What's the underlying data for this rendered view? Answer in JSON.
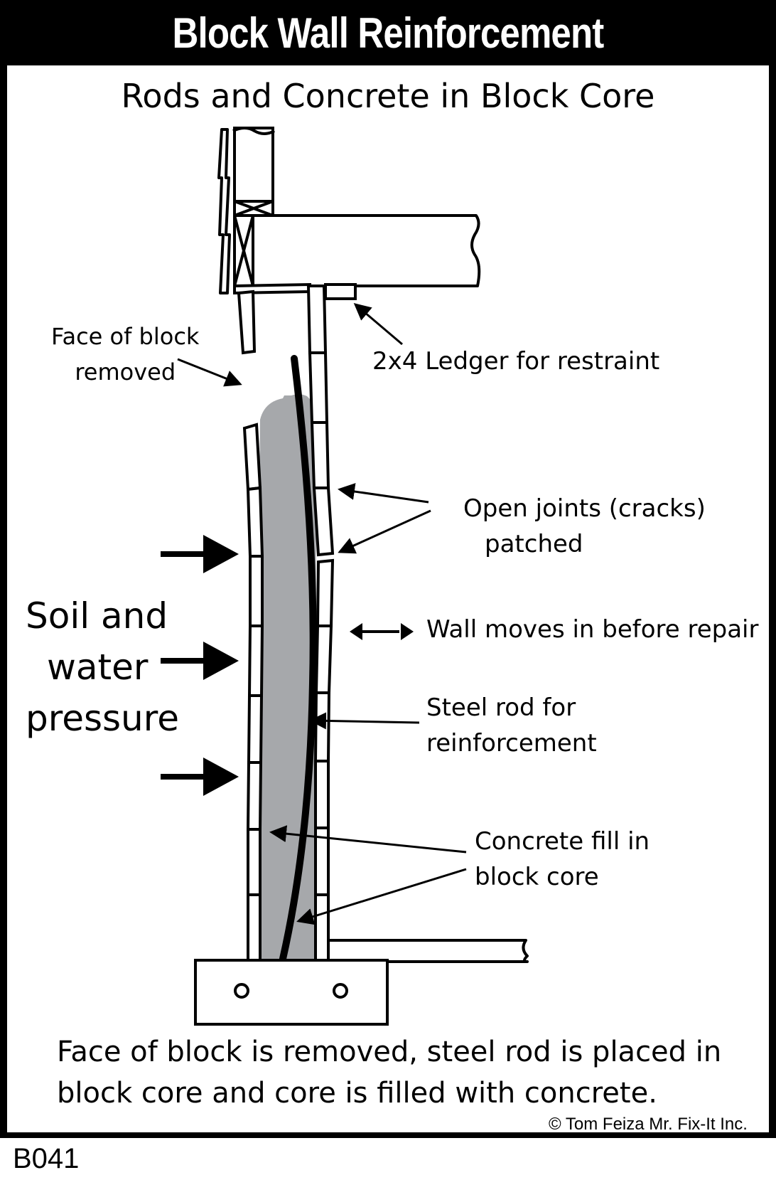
{
  "title": "Block Wall Reinforcement",
  "subtitle": "Rods and Concrete in Block Core",
  "labels": {
    "face_removed": [
      "Face of block",
      "removed"
    ],
    "ledger": "2x4 Ledger for restraint",
    "open_joints": [
      "Open joints (cracks)",
      "patched"
    ],
    "soil_pressure": [
      "Soil and",
      "water",
      "pressure"
    ],
    "wall_moves": "Wall moves in before repair",
    "steel_rod": [
      "Steel rod for",
      "reinforcement"
    ],
    "concrete_fill": [
      "Concrete fill in",
      "block core"
    ]
  },
  "caption": [
    "Face of block is removed, steel rod is placed in",
    "block core and core is filled with concrete."
  ],
  "copyright": "© Tom Feiza Mr. Fix-It Inc.",
  "figure_code": "B041",
  "colors": {
    "frame": "#000000",
    "background": "#ffffff",
    "concrete": "#a6a8ab",
    "ink": "#000000"
  }
}
